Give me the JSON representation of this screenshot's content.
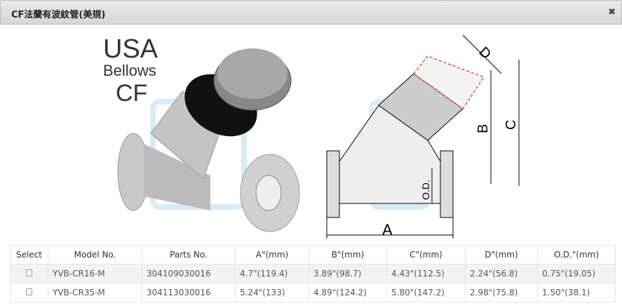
{
  "window": {
    "title": "CF法蘭有波紋管(美規)",
    "close_icon": "close-icon"
  },
  "figure": {
    "logo_lines": [
      "USA",
      "Bellows",
      "CF"
    ],
    "dimension_labels": {
      "a": "A",
      "b": "B",
      "c": "C",
      "d": "D",
      "od": "O.D."
    }
  },
  "table": {
    "headers": [
      "Select",
      "Model No.",
      "Parts No.",
      "A\"(mm)",
      "B\"(mm)",
      "C\"(mm)",
      "D\"(mm)",
      "O.D.\"(mm)"
    ],
    "rows": [
      {
        "model": "YVB-CR16-M",
        "parts": "304109030016",
        "a": "4.7\"(119.4)",
        "b": "3.89\"(98.7)",
        "c": "4.43\"(112.5)",
        "d": "2.24\"(56.8)",
        "od": "0.75\"(19.05)"
      },
      {
        "model": "YVB-CR35-M",
        "parts": "304113030016",
        "a": "5.24\"(133)",
        "b": "4.89\"(124.2)",
        "c": "5.80\"(147.2)",
        "d": "2.98\"(75.8)",
        "od": "1.50\"(38.1)"
      }
    ]
  }
}
